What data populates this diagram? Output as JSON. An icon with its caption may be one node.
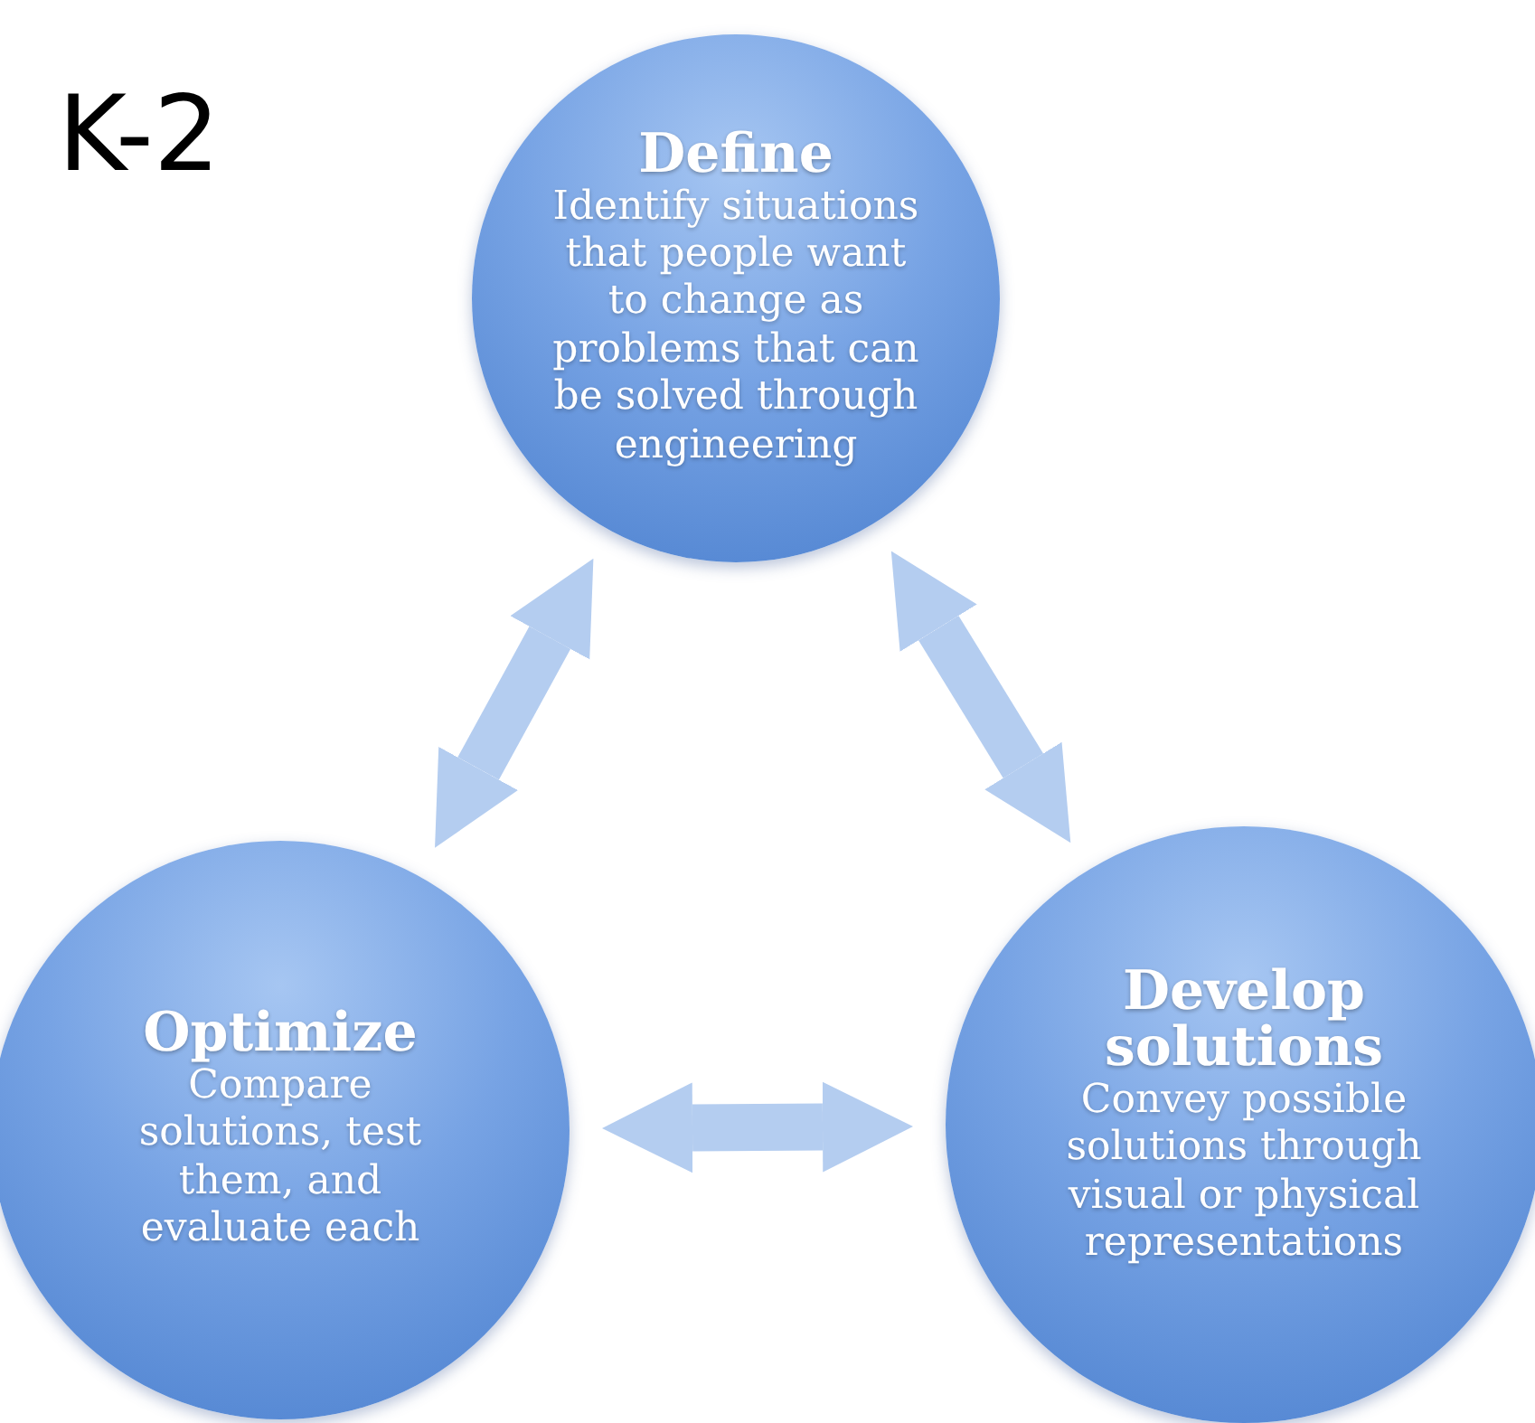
{
  "diagram": {
    "labels": [
      "K-2"
    ],
    "nodes": [
      {
        "text": [
          "Define",
          "Identify situations that people want to change as problems that can be solved through engineering"
        ]
      },
      {
        "text": [
          "Optimize",
          "Compare solutions, test them, and evaluate each"
        ]
      },
      {
        "text": [
          "Develop solutions",
          "Convey possible solutions through visual or physical representations"
        ]
      }
    ],
    "edges": [
      {
        "from": 1,
        "to": 0,
        "arrow": "both"
      },
      {
        "from": 0,
        "to": 2,
        "arrow": "both"
      },
      {
        "from": 1,
        "to": 2,
        "arrow": "both"
      }
    ]
  }
}
